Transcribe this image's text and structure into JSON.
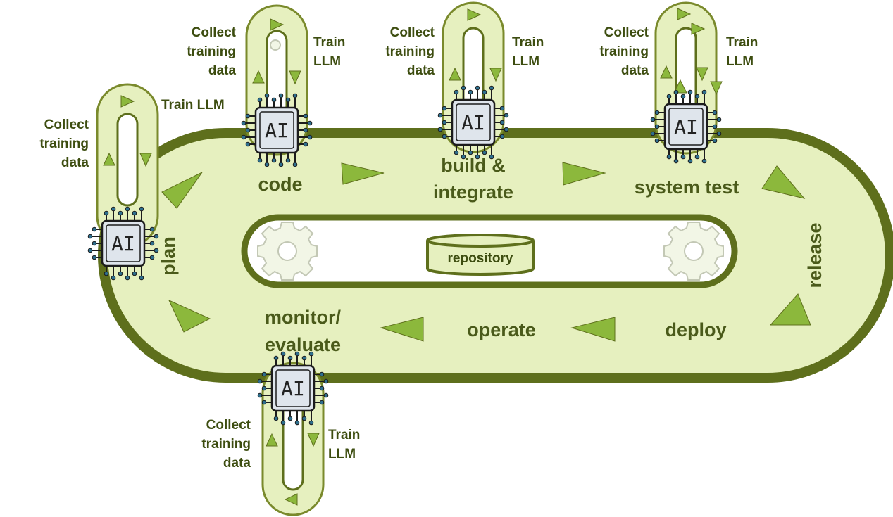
{
  "stages": {
    "plan": "plan",
    "code": "code",
    "build_line1": "build &",
    "build_line2": "integrate",
    "system_test": "system test",
    "release": "release",
    "deploy": "deploy",
    "operate": "operate",
    "monitor_line1": "monitor/",
    "monitor_line2": "evaluate"
  },
  "center": {
    "repository": "repository"
  },
  "chip_text": "AI",
  "loop_labels": {
    "collect": [
      "Collect",
      "training",
      "data"
    ],
    "train_two_line": [
      "Train",
      "LLM"
    ],
    "train_one_line": "Train LLM"
  },
  "colors": {
    "track_fill": "#e6f0bf",
    "track_border": "#5e6f1c",
    "arrow": "#8cb83c",
    "text": "#4a5a1a",
    "chip_body": "#dfe5ec",
    "gear": "#f2f6e6"
  }
}
